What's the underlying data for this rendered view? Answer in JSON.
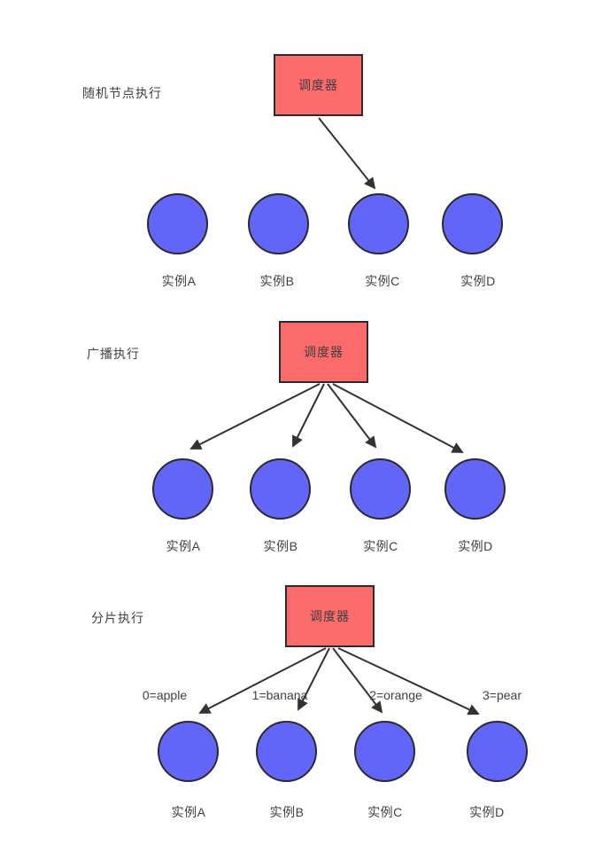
{
  "diagram": {
    "background": "#ffffff",
    "colors": {
      "scheduler_fill": "#fb6b6b",
      "scheduler_border": "#2b2b2b",
      "instance_fill": "#6166f8",
      "instance_border": "#2b2b2b",
      "arrow": "#333333",
      "text": "#3f3f3f"
    },
    "sections": [
      {
        "title": "随机节点执行",
        "scheduler_label": "调度器",
        "instances": [
          "实例A",
          "实例B",
          "实例C",
          "实例D"
        ],
        "arrows_to": [
          "实例C"
        ]
      },
      {
        "title": "广播执行",
        "scheduler_label": "调度器",
        "instances": [
          "实例A",
          "实例B",
          "实例C",
          "实例D"
        ],
        "arrows_to": [
          "实例A",
          "实例B",
          "实例C",
          "实例D"
        ]
      },
      {
        "title": "分片执行",
        "scheduler_label": "调度器",
        "shard_labels": [
          "0=apple",
          "1=banana",
          "2=orange",
          "3=pear"
        ],
        "instances": [
          "实例A",
          "实例B",
          "实例C",
          "实例D"
        ],
        "arrows_to": [
          "实例A",
          "实例B",
          "实例C",
          "实例D"
        ]
      }
    ]
  }
}
